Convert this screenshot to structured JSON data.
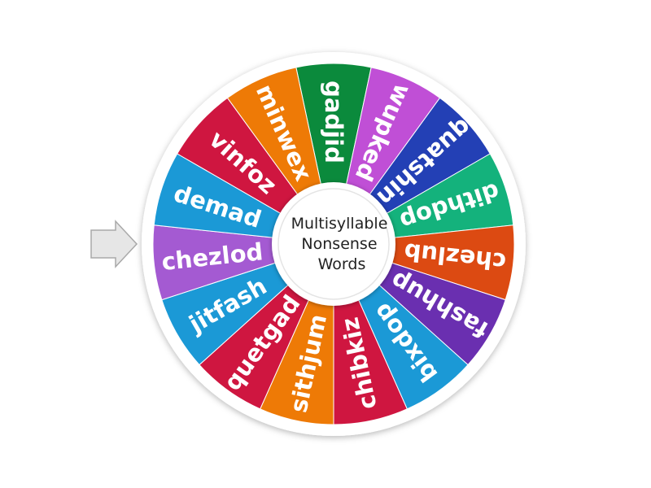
{
  "wheel": {
    "center_text": [
      "Multisyllable",
      "Nonsense",
      "Words"
    ],
    "segments": [
      {
        "label": "gadjid",
        "color": "#0b8a3c"
      },
      {
        "label": "wupked",
        "color": "#c04fd6"
      },
      {
        "label": "quatshin",
        "color": "#2340b5"
      },
      {
        "label": "dithdop",
        "color": "#14b27c"
      },
      {
        "label": "chezlub",
        "color": "#dc4a12"
      },
      {
        "label": "fashhup",
        "color": "#6a2fb0"
      },
      {
        "label": "bixdop",
        "color": "#1b99d6"
      },
      {
        "label": "chibkiz",
        "color": "#cf1640"
      },
      {
        "label": "sithjum",
        "color": "#ee7a06"
      },
      {
        "label": "quetgad",
        "color": "#cf1640"
      },
      {
        "label": "jitfash",
        "color": "#1b99d6"
      },
      {
        "label": "chezlod",
        "color": "#a45ad2"
      },
      {
        "label": "demad",
        "color": "#1b99d6"
      },
      {
        "label": "vinfoz",
        "color": "#cf1640"
      },
      {
        "label": "minwex",
        "color": "#ee7a06"
      }
    ]
  },
  "pointer": {
    "icon": "arrow-right-icon",
    "color": "#e6e6e6"
  }
}
